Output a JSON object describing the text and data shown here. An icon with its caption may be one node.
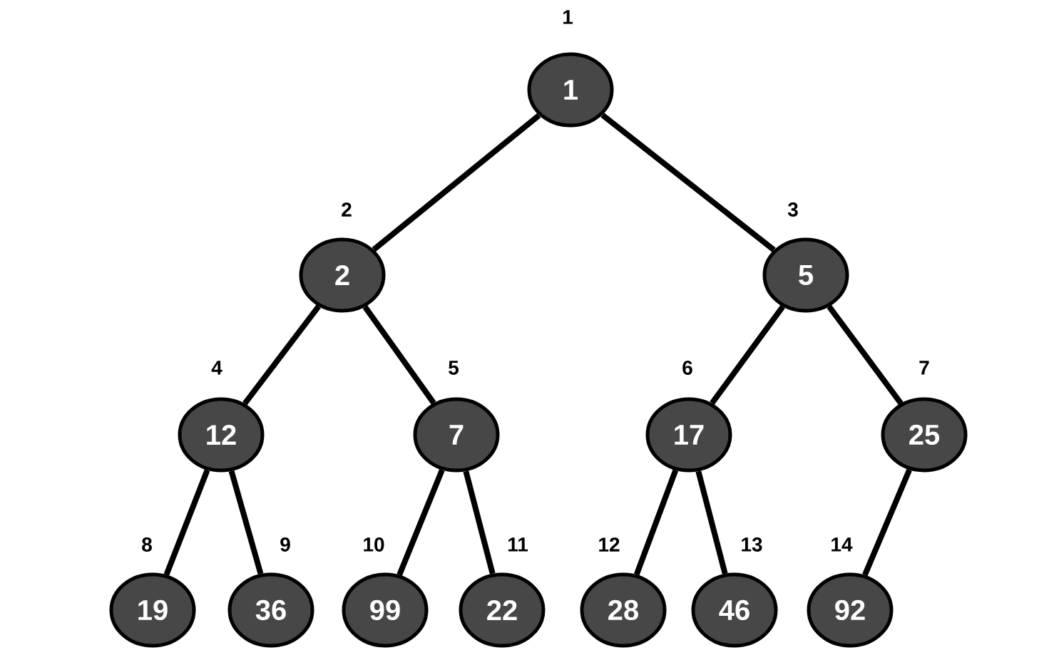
{
  "diagram": {
    "nodes": [
      {
        "text": [
          "1"
        ],
        "beside": [
          "1"
        ]
      },
      {
        "text": [
          "2"
        ],
        "beside": [
          "2"
        ]
      },
      {
        "text": [
          "5"
        ],
        "beside": [
          "3"
        ]
      },
      {
        "text": [
          "12"
        ],
        "beside": [
          "4"
        ]
      },
      {
        "text": [
          "7"
        ],
        "beside": [
          "5"
        ]
      },
      {
        "text": [
          "17"
        ],
        "beside": [
          "6"
        ]
      },
      {
        "text": [
          "25"
        ],
        "beside": [
          "7"
        ]
      },
      {
        "text": [
          "19"
        ],
        "beside": [
          "8"
        ]
      },
      {
        "text": [
          "36"
        ],
        "beside": [
          "9"
        ]
      },
      {
        "text": [
          "99"
        ],
        "beside": [
          "10"
        ]
      },
      {
        "text": [
          "22"
        ],
        "beside": [
          "11"
        ]
      },
      {
        "text": [
          "28"
        ],
        "beside": [
          "12"
        ]
      },
      {
        "text": [
          "46"
        ],
        "beside": [
          "13"
        ]
      },
      {
        "text": [
          "92"
        ],
        "beside": [
          "14"
        ]
      }
    ],
    "edges": [
      {
        "from": 0,
        "to": 1,
        "arrow": "none"
      },
      {
        "from": 0,
        "to": 2,
        "arrow": "none"
      },
      {
        "from": 1,
        "to": 3,
        "arrow": "none"
      },
      {
        "from": 1,
        "to": 4,
        "arrow": "none"
      },
      {
        "from": 2,
        "to": 5,
        "arrow": "none"
      },
      {
        "from": 2,
        "to": 6,
        "arrow": "none"
      },
      {
        "from": 3,
        "to": 7,
        "arrow": "none"
      },
      {
        "from": 3,
        "to": 8,
        "arrow": "none"
      },
      {
        "from": 4,
        "to": 9,
        "arrow": "none"
      },
      {
        "from": 4,
        "to": 10,
        "arrow": "none"
      },
      {
        "from": 5,
        "to": 11,
        "arrow": "none"
      },
      {
        "from": 5,
        "to": 12,
        "arrow": "none"
      },
      {
        "from": 6,
        "to": 13,
        "arrow": "none"
      }
    ]
  }
}
